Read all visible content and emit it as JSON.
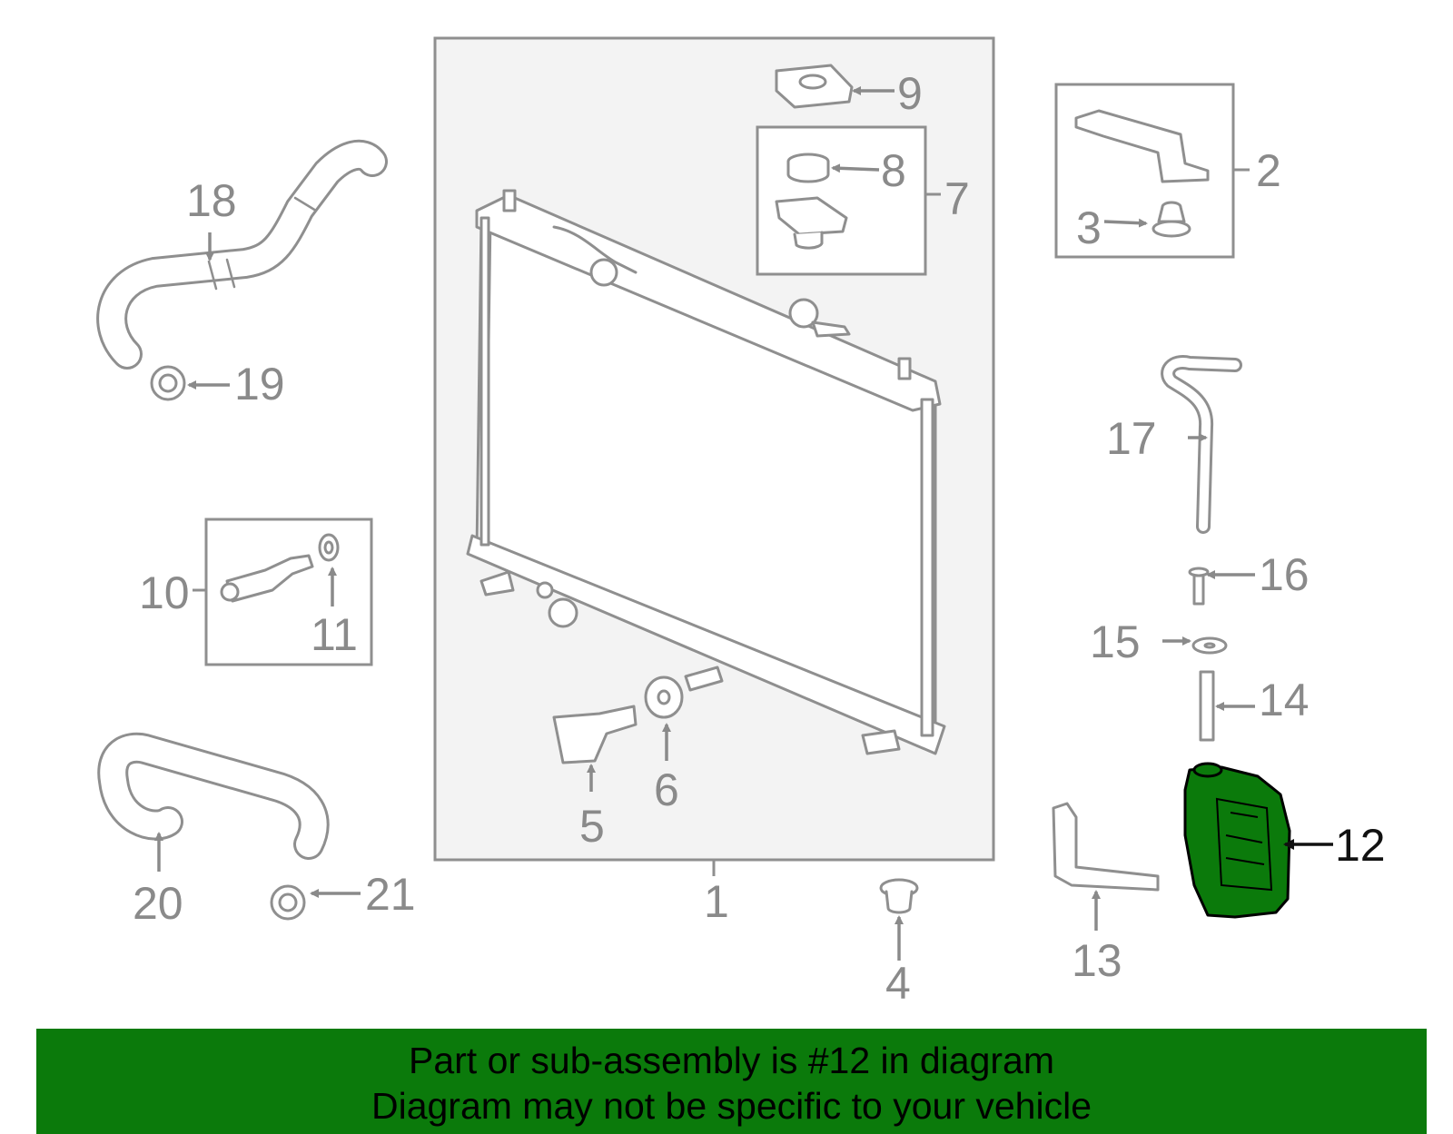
{
  "callouts": [
    "1",
    "2",
    "3",
    "4",
    "5",
    "6",
    "7",
    "8",
    "9",
    "10",
    "11",
    "12",
    "13",
    "14",
    "15",
    "16",
    "17",
    "18",
    "19",
    "20",
    "21"
  ],
  "highlight": {
    "callout": "12",
    "color": "#0b7a0b"
  },
  "banner": {
    "line1": "Part or sub-assembly is #12 in diagram",
    "line2": "Diagram may not be specific to your vehicle",
    "background": "#0b7a0b"
  }
}
